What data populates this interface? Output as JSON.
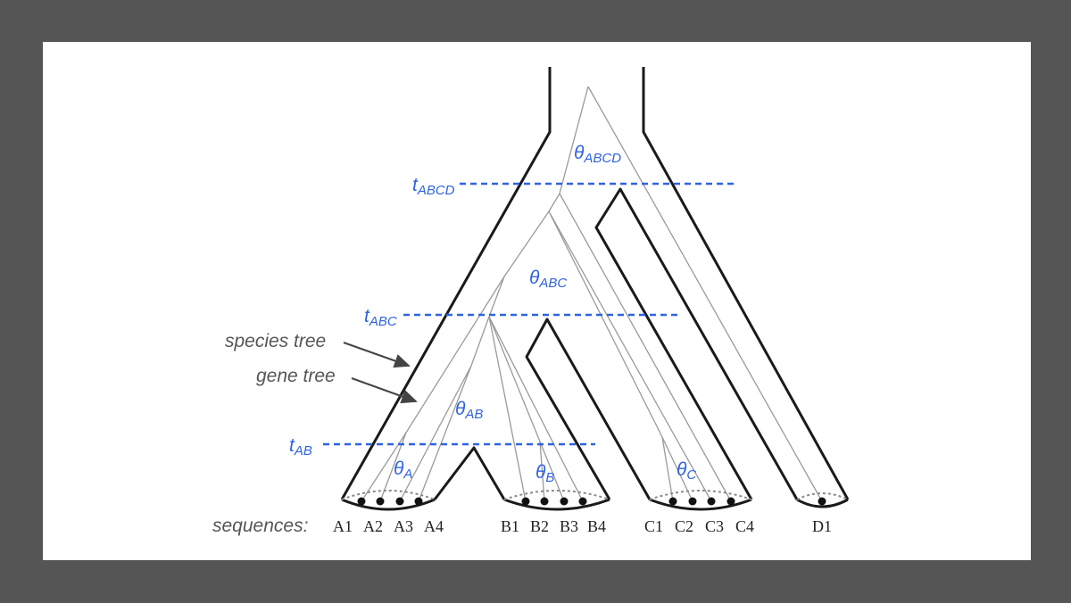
{
  "colors": {
    "background": "#555555",
    "panel": "#ffffff",
    "species_tree": "#1a1a1a",
    "gene_tree": "#9a9a9a",
    "blue": "#2f63e0"
  },
  "time_labels": [
    {
      "main": "t",
      "sub": "ABCD"
    },
    {
      "main": "t",
      "sub": "ABC"
    },
    {
      "main": "t",
      "sub": "AB"
    }
  ],
  "theta_labels": [
    {
      "main": "θ",
      "sub": "ABCD"
    },
    {
      "main": "θ",
      "sub": "ABC"
    },
    {
      "main": "θ",
      "sub": "AB"
    },
    {
      "main": "θ",
      "sub": "A"
    },
    {
      "main": "θ",
      "sub": "B"
    },
    {
      "main": "θ",
      "sub": "C"
    }
  ],
  "annotations": {
    "species_tree": "species tree",
    "gene_tree": "gene tree",
    "sequences": "sequences:"
  },
  "sequences": [
    "A1",
    "A2",
    "A3",
    "A4",
    "B1",
    "B2",
    "B3",
    "B4",
    "C1",
    "C2",
    "C3",
    "C4",
    "D1"
  ]
}
